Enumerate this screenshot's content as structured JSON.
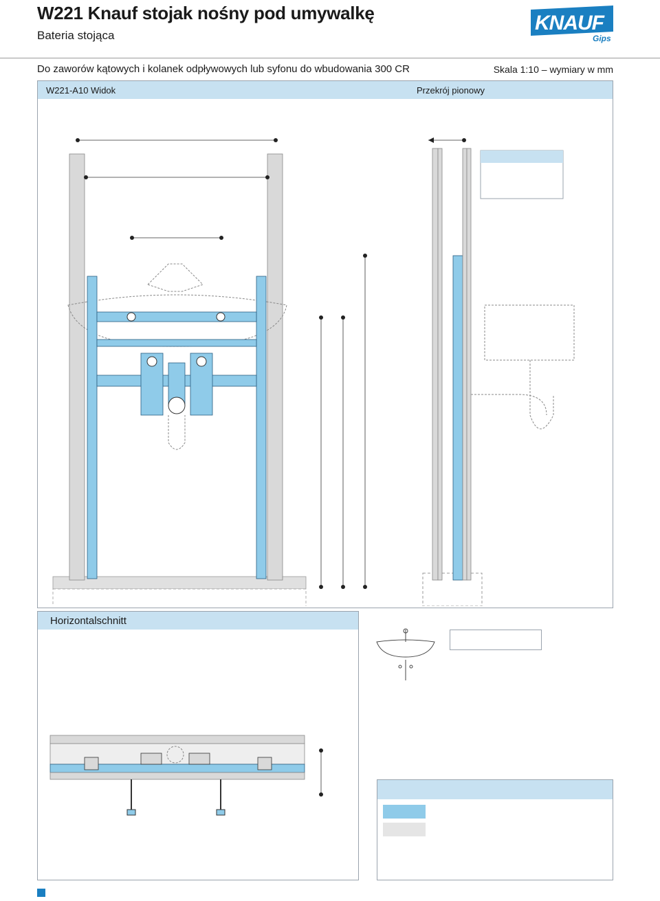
{
  "header": {
    "title": "W221 Knauf stojak nośny pod umywalkę",
    "subtitle": "Bateria stojąca",
    "description": "Do zaworów kątowych i kolanek odpływowych lub syfonu do wbudowania 300 CR",
    "scale": "Skala 1:10 – wymiary w mm"
  },
  "logo": {
    "brand": "KNAUF",
    "sub": "Gips",
    "color": "#1a7fc1"
  },
  "drawing": {
    "view_label": "W221-A10 Widok",
    "section_label": "Przekrój pionowy",
    "horizontal_label": "Horizontalschnitt"
  },
  "colors": {
    "accent": "#1a7fc1",
    "profile_blue": "#8fcbe9",
    "panel_head": "#c7e1f1",
    "wall_gray": "#d9d9d9",
    "legend_gray": "#e5e5e5"
  }
}
